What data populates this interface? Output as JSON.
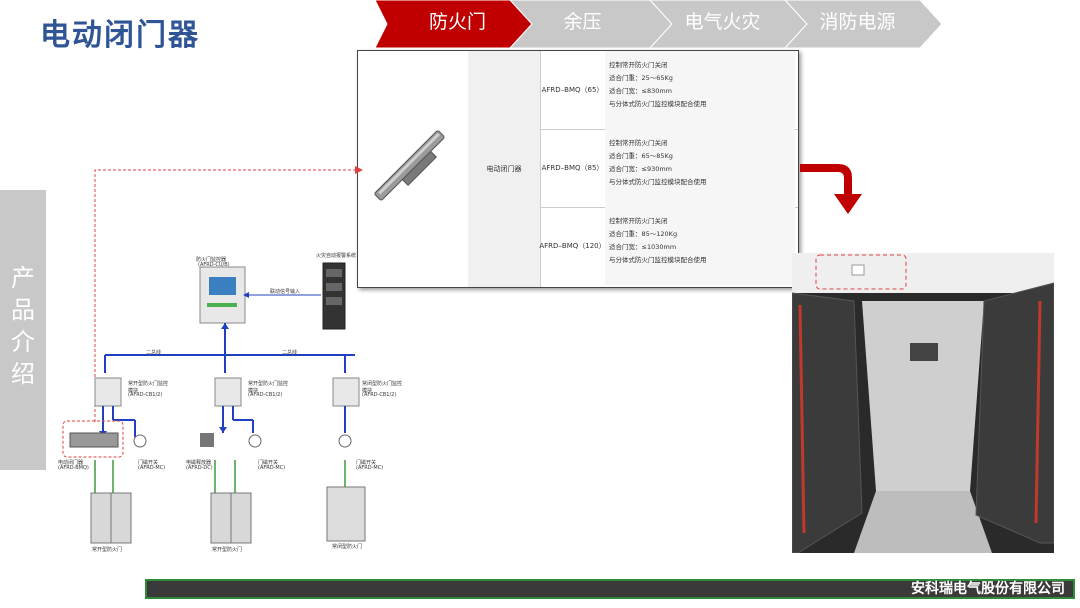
{
  "page": {
    "title": "电动闭门器"
  },
  "nav": {
    "tabs": [
      {
        "label": "防火门",
        "active": true
      },
      {
        "label": "余压",
        "active": false
      },
      {
        "label": "电气火灾",
        "active": false
      },
      {
        "label": "消防电源",
        "active": false
      }
    ],
    "colors": {
      "active": "#c00000",
      "inactive": "#c8c8c8"
    }
  },
  "sidebar": {
    "label": "产品介绍"
  },
  "product_table": {
    "product_name": "电动闭门器",
    "rows": [
      {
        "model": "AFRD–BMQ（65）",
        "specs": [
          "控制常开防火门关闭",
          "适合门重：25～65Kg",
          "适合门宽：≤830mm",
          "与分体式防火门监控模块配合使用"
        ]
      },
      {
        "model": "AFRD–BMQ（85）",
        "specs": [
          "控制常开防火门关闭",
          "适合门重：65～85Kg",
          "适合门宽：≤930mm",
          "与分体式防火门监控模块配合使用"
        ]
      },
      {
        "model": "AFRD–BMQ（120）",
        "specs": [
          "控制常开防火门关闭",
          "适合门重：85～120Kg",
          "适合门宽：≤1030mm",
          "与分体式防火门监控模块配合使用"
        ]
      }
    ]
  },
  "diagram": {
    "monitor": "防火门监控器",
    "monitor_model": "(AFRD-CU/B)",
    "alarm_system": "火灾自动报警系统",
    "linkage": "联动信号输入",
    "bus_left": "二总线",
    "bus_right": "二总线",
    "modules": [
      {
        "name": "常开型防火门监控模块",
        "model": "(AFRD-CB1/2)"
      },
      {
        "name": "常开型防火门监控模块",
        "model": "(AFRD-CB1/2)"
      },
      {
        "name": "常闭型防火门监控模块",
        "model": "(AFRD-CB1/2)"
      }
    ],
    "devices": [
      {
        "name": "电动闭门器",
        "model": "(AFRD-BMQ)"
      },
      {
        "name": "门磁开关",
        "model": "(AFRD-MC)"
      },
      {
        "name": "电磁释放器",
        "model": "(AFRD-DC)"
      },
      {
        "name": "门磁开关",
        "model": "(AFRD-MC)"
      },
      {
        "name": "门磁开关",
        "model": "(AFRD-MC)"
      }
    ],
    "doors": [
      "常开型防火门",
      "常开型防火门",
      "常闭型防火门"
    ]
  },
  "footer": {
    "company": "安科瑞电气股份有限公司"
  }
}
